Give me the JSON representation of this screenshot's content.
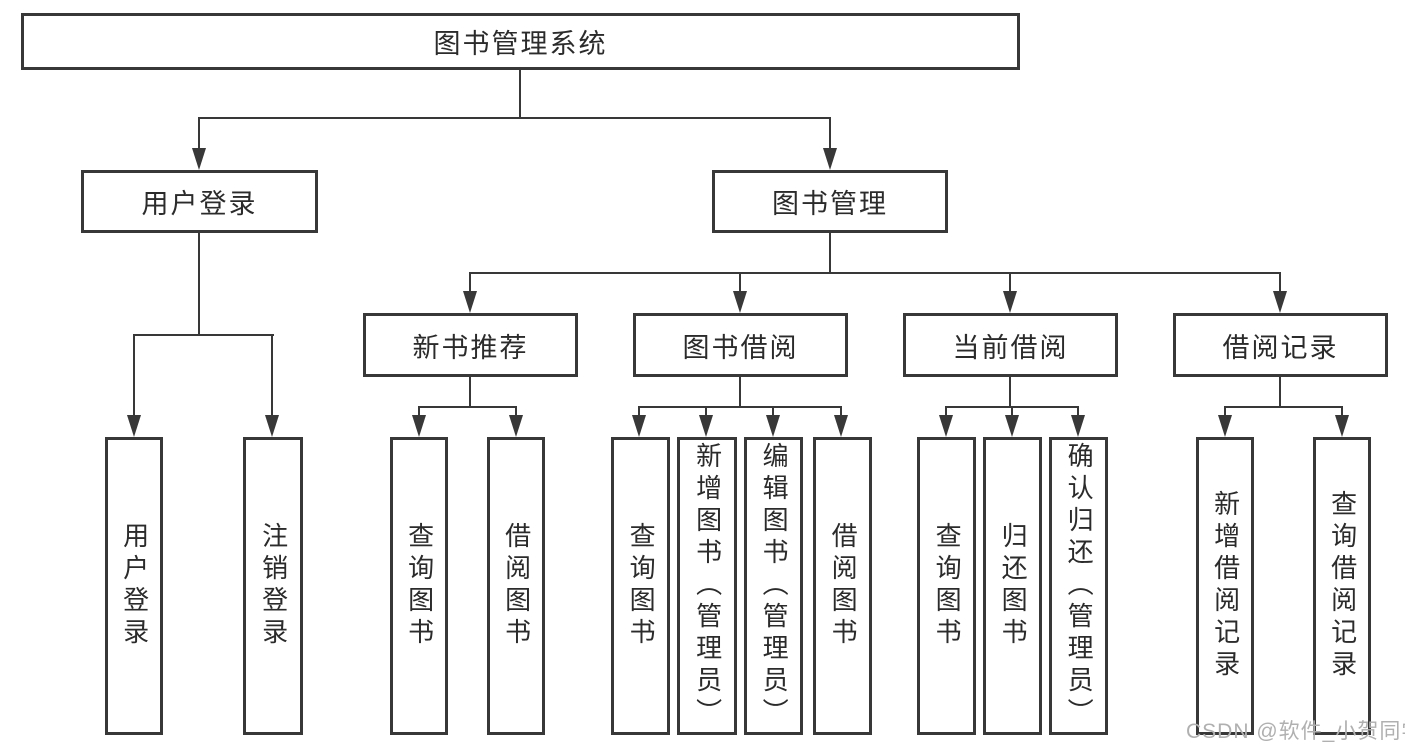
{
  "colors": {
    "line": "#383838",
    "text": "#2b2b2b",
    "watermark": "#b0b0b0",
    "background": "#ffffff"
  },
  "watermark": {
    "text": "CSDN @软件_小贺同学"
  },
  "tree": {
    "root": {
      "label": "图书管理系统",
      "children": [
        {
          "label": "用户登录",
          "children": [
            {
              "label": "用户登录"
            },
            {
              "label": "注销登录"
            }
          ]
        },
        {
          "label": "图书管理",
          "children": [
            {
              "label": "新书推荐",
              "children": [
                {
                  "label": "查询图书"
                },
                {
                  "label": "借阅图书"
                }
              ]
            },
            {
              "label": "图书借阅",
              "children": [
                {
                  "label": "查询图书"
                },
                {
                  "label": "新增图书（管理员）"
                },
                {
                  "label": "编辑图书（管理员）"
                },
                {
                  "label": "借阅图书"
                }
              ]
            },
            {
              "label": "当前借阅",
              "children": [
                {
                  "label": "查询图书"
                },
                {
                  "label": "归还图书"
                },
                {
                  "label": "确认归还（管理员）"
                }
              ]
            },
            {
              "label": "借阅记录",
              "children": [
                {
                  "label": "新增借阅记录"
                },
                {
                  "label": "查询借阅记录"
                }
              ]
            }
          ]
        }
      ]
    }
  }
}
